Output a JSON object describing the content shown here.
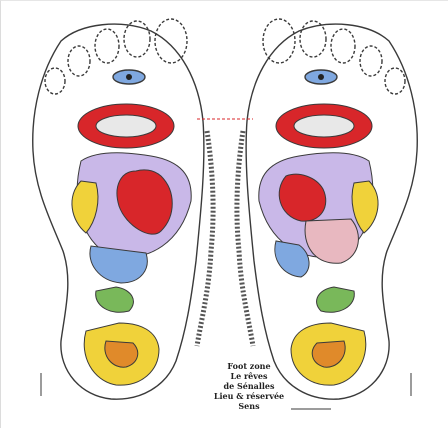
{
  "caption": {
    "line1": "Foot zone",
    "line2": "Le rêves",
    "line3": "de Sénalles",
    "line4": "Lieu & réservée",
    "line5": "Sens"
  },
  "colors": {
    "outline": "#3a3a3a",
    "red_organ": "#d8262a",
    "lavender": "#c9b8e8",
    "blue": "#7fa8e0",
    "yellow": "#f0d23a",
    "pink": "#e8b8c0",
    "green": "#79b85a",
    "orange": "#e08a2a"
  }
}
